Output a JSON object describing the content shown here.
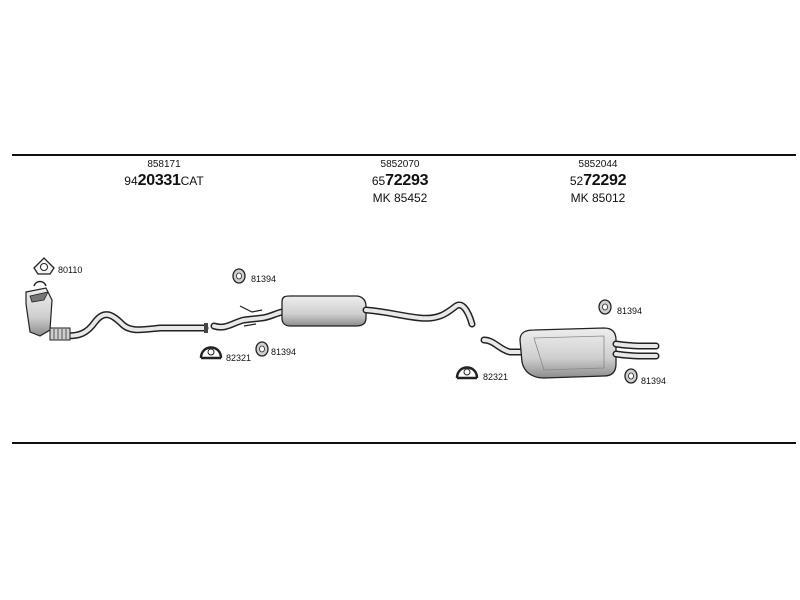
{
  "groups": [
    {
      "ref": "858171",
      "prefix": "94",
      "number": "20331",
      "suffix": "CAT"
    },
    {
      "ref": "5852070",
      "prefix": "65",
      "number": "72293",
      "mk": "MK  85452"
    },
    {
      "ref": "5852044",
      "prefix": "52",
      "number": "72292",
      "mk": "MK  85012"
    }
  ],
  "parts": {
    "gasket_front": "80110",
    "hanger_mid_top": "81394",
    "clamp_mid": "82321",
    "hanger_mid_low": "81394",
    "hanger_rear_top": "81394",
    "clamp_rear": "82321",
    "hanger_rear_low": "81394"
  }
}
